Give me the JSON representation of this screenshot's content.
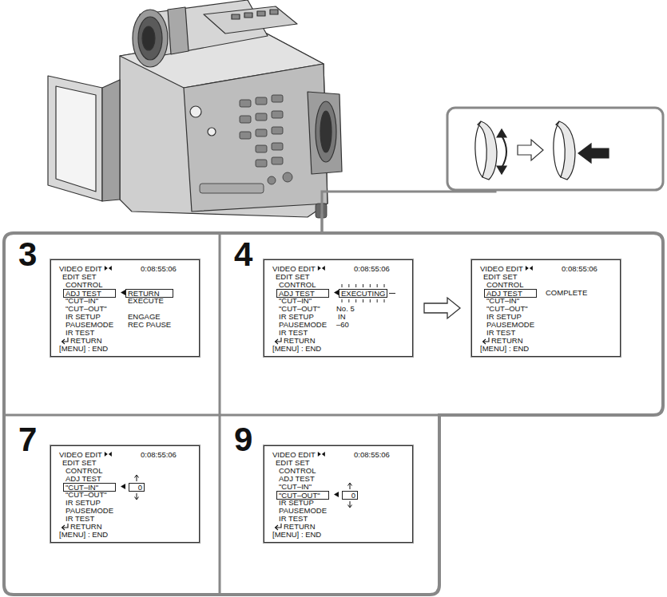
{
  "diagram": {
    "nodes": [
      {
        "text": [
          "3"
        ]
      },
      {
        "text": [
          "VIDEO EDIT",
          "0:08:55:06",
          "EDIT SET",
          "CONTROL",
          "ADJ TEST",
          "RETURN",
          "\"CUT–IN\"",
          "EXECUTE",
          "\"CUT–OUT\"",
          "IR SETUP",
          "ENGAGE",
          "PAUSEMODE",
          "REC PAUSE",
          "IR TEST",
          "RETURN",
          "[MENU] : END"
        ],
        "in": 0
      },
      {
        "text": [
          "4"
        ]
      },
      {
        "text": [
          "VIDEO EDIT",
          "0:08:55:06",
          "EDIT SET",
          "CONTROL",
          "ADJ TEST",
          "EXECUTING",
          "\"CUT–IN\"",
          "\"CUT–OUT\"",
          "No. 5",
          "IR SETUP",
          "IN",
          "PAUSEMODE",
          "–60",
          "IR TEST",
          "RETURN",
          "[MENU] : END"
        ],
        "in": 2
      },
      {
        "text": [
          "VIDEO EDIT",
          "0:08:55:06",
          "EDIT SET",
          "CONTROL",
          "ADJ TEST",
          "COMPLETE",
          "\"CUT–IN\"",
          "\"CUT–OUT\"",
          "IR SETUP",
          "PAUSEMODE",
          "IR TEST",
          "RETURN",
          "[MENU] : END"
        ],
        "in": 2
      },
      {
        "text": [
          "7"
        ]
      },
      {
        "text": [
          "VIDEO EDIT",
          "0:08:55:06",
          "EDIT SET",
          "CONTROL",
          "ADJ TEST",
          "\"CUT–IN\"",
          "0",
          "\"CUT–OUT\"",
          "IR SETUP",
          "PAUSEMODE",
          "IR TEST",
          "RETURN",
          "[MENU] : END"
        ],
        "in": 5
      },
      {
        "text": [
          "9"
        ]
      },
      {
        "text": [
          "VIDEO EDIT",
          "0:08:55:06",
          "EDIT SET",
          "CONTROL",
          "ADJ TEST",
          "\"CUT–IN\"",
          "\"CUT–OUT\"",
          "0",
          "IR SETUP",
          "PAUSEMODE",
          "IR TEST",
          "RETURN",
          "[MENU] : END"
        ],
        "in": 7
      }
    ],
    "edges": [
      {
        "from": 3,
        "to": 4,
        "arrow": "to"
      }
    ]
  }
}
